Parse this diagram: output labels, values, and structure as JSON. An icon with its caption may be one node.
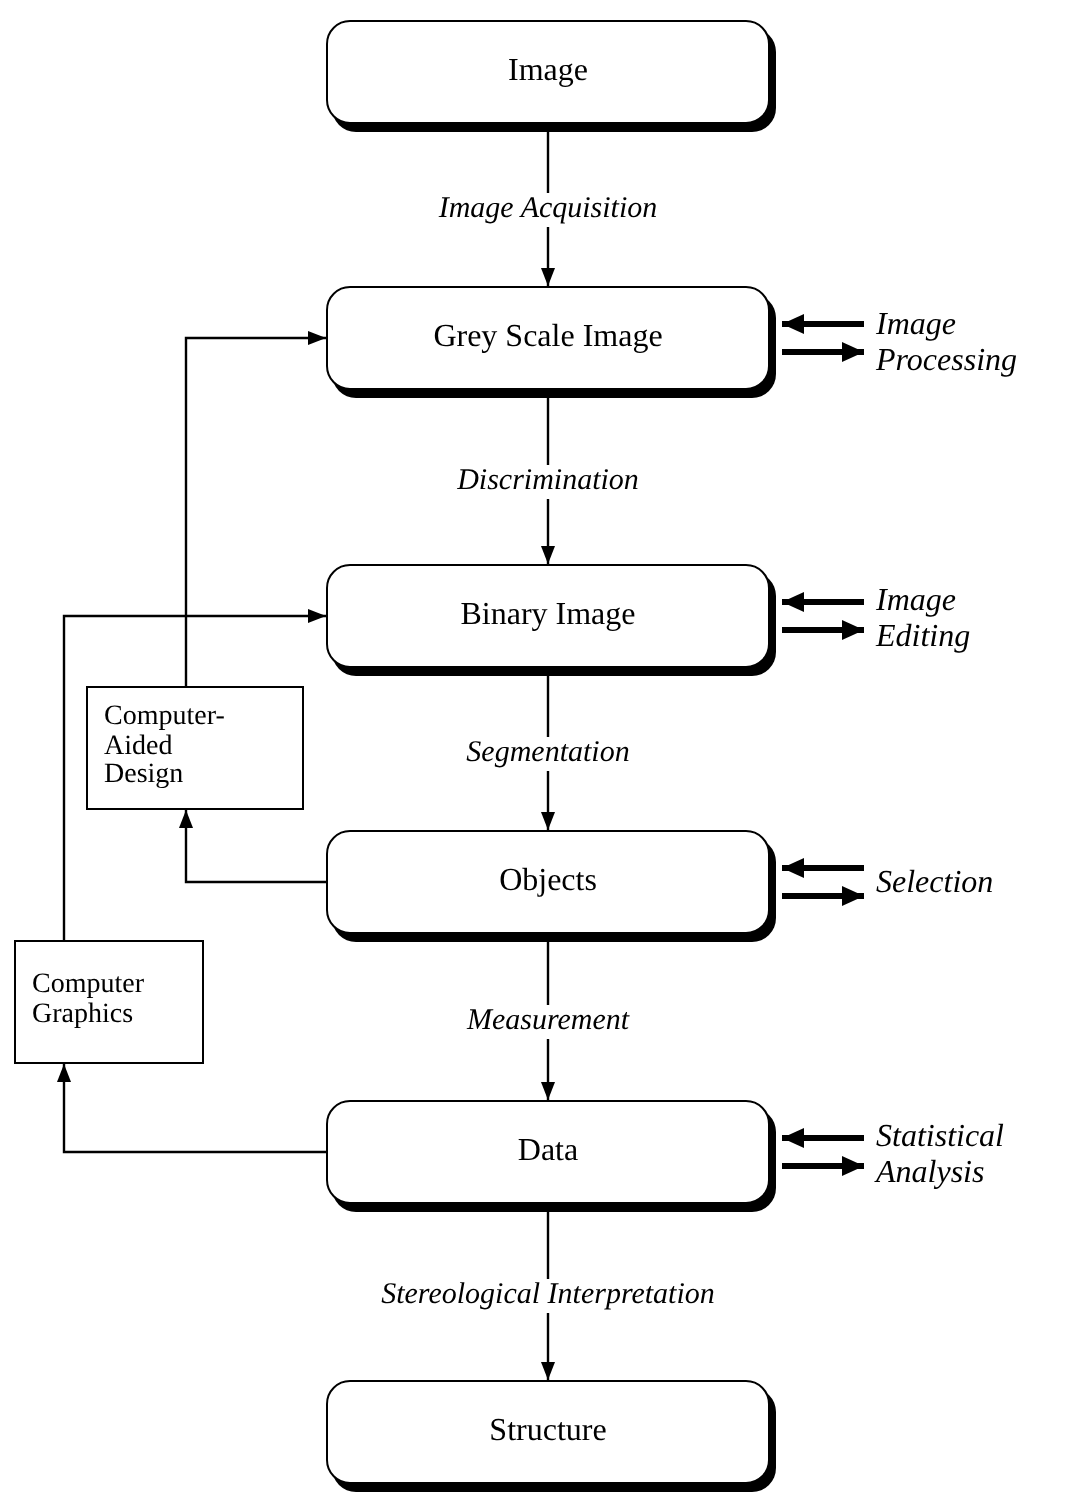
{
  "diagram": {
    "nodes": [
      {
        "text": [
          "Image"
        ]
      },
      {
        "text": [
          "Grey Scale Image"
        ]
      },
      {
        "text": [
          "Image Processing"
        ]
      },
      {
        "text": [
          "Binary Image"
        ]
      },
      {
        "text": [
          "Image Editing"
        ]
      },
      {
        "text": [
          "Computer-Aided Design"
        ]
      },
      {
        "text": [
          "Objects"
        ]
      },
      {
        "text": [
          "Selection"
        ]
      },
      {
        "text": [
          "Computer Graphics"
        ]
      },
      {
        "text": [
          "Data"
        ]
      },
      {
        "text": [
          "Statistical Analysis"
        ]
      },
      {
        "text": [
          "Structure"
        ]
      }
    ],
    "edges": [
      {
        "from": 0,
        "to": 1,
        "arrow": "to",
        "label": "Image Acquisition"
      },
      {
        "from": 1,
        "to": 3,
        "arrow": "to",
        "label": "Discrimination"
      },
      {
        "from": 3,
        "to": 6,
        "arrow": "to",
        "label": "Segmentation"
      },
      {
        "from": 6,
        "to": 9,
        "arrow": "to",
        "label": "Measurement"
      },
      {
        "from": 9,
        "to": 11,
        "arrow": "to",
        "label": "Stereological Interpretation"
      },
      {
        "from": 2,
        "to": 1,
        "arrow": "to",
        "style": "thick"
      },
      {
        "from": 1,
        "to": 2,
        "arrow": "to",
        "style": "thick"
      },
      {
        "from": 4,
        "to": 3,
        "arrow": "to",
        "style": "thick"
      },
      {
        "from": 3,
        "to": 4,
        "arrow": "to",
        "style": "thick"
      },
      {
        "from": 7,
        "to": 6,
        "arrow": "to",
        "style": "thick"
      },
      {
        "from": 6,
        "to": 7,
        "arrow": "to",
        "style": "thick"
      },
      {
        "from": 10,
        "to": 9,
        "arrow": "to",
        "style": "thick"
      },
      {
        "from": 9,
        "to": 10,
        "arrow": "to",
        "style": "thick"
      },
      {
        "from": 6,
        "to": 5,
        "arrow": "to"
      },
      {
        "from": 5,
        "to": 1,
        "arrow": "to"
      },
      {
        "from": 9,
        "to": 8,
        "arrow": "to"
      },
      {
        "from": 8,
        "to": 3,
        "arrow": "to"
      }
    ]
  }
}
